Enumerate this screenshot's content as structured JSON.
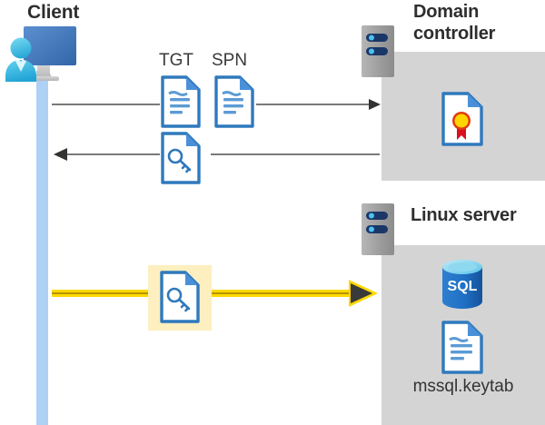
{
  "diagram": {
    "title_client": "Client",
    "title_domain_controller": "Domain controller",
    "title_linux_server": "Linux server",
    "labels": {
      "tgt": "TGT",
      "spn": "SPN",
      "keytab_file": "mssql.keytab"
    },
    "icons": {
      "client": "client-workstation-icon",
      "server_rack": "server-rack-icon",
      "tgt_document": "document-icon",
      "spn_document": "document-icon",
      "ticket_key_document": "key-document-icon",
      "certificate": "certificate-document-icon",
      "sql_database": "sql-database-icon",
      "keytab_document": "document-icon"
    },
    "sql_icon_text": "SQL",
    "flows": [
      {
        "name": "client-to-dc-request",
        "direction": "right",
        "from": "Client",
        "to": "Domain controller",
        "carries": [
          "TGT",
          "SPN"
        ],
        "style": "thin-gray"
      },
      {
        "name": "dc-to-client-ticket",
        "direction": "left",
        "from": "Domain controller",
        "to": "Client",
        "carries": [
          "service ticket"
        ],
        "style": "thin-gray"
      },
      {
        "name": "client-to-linux-ticket",
        "direction": "right",
        "from": "Client",
        "to": "Linux server",
        "carries": [
          "service ticket"
        ],
        "style": "thick-yellow-highlighted"
      }
    ],
    "colors": {
      "panel_gray": "#d4d4d4",
      "lifeline_blue": "#aed2f5",
      "doc_blue": "#3a7ebf",
      "arrow_gray": "#4d4d4d",
      "arrow_yellow": "#ffd800",
      "arrow_yellow_dark": "#d9a400",
      "highlight_yellow": "#fdefbf",
      "heading_color": "#2e2e2e",
      "sql_blue": "#1f6fc4",
      "seal_gold": "#ffd500",
      "seal_red": "#d81020"
    }
  }
}
